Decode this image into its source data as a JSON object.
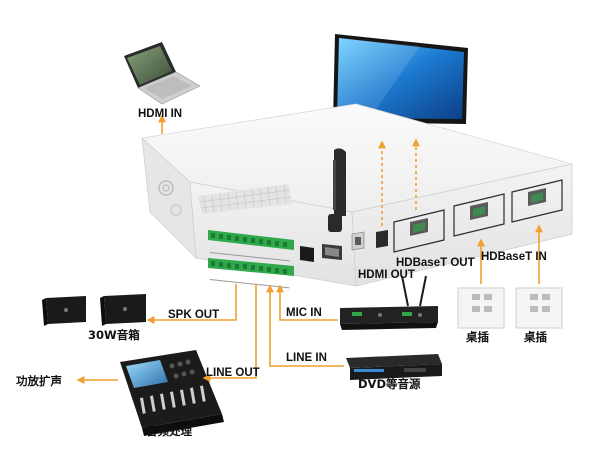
{
  "colors": {
    "arrow": "#f0a030",
    "device_body": "#f4f4f4",
    "device_edge": "#d9d9d9",
    "terminal_green": "#2ea84a",
    "screen_blue": "#1f7fd6"
  },
  "labels": {
    "hdmi_in": "HDMI IN",
    "hdmi_out": "HDMI OUT",
    "hdbaset_out": "HDBaseT OUT",
    "hdbaset_in": "HDBaseT IN",
    "spk_out": "SPK OUT",
    "speakers": "30W音箱",
    "mic_in": "MIC IN",
    "line_in": "LINE IN",
    "dvd_source": "DVD等音源",
    "line_out": "LINE OUT",
    "amp_expansion": "功放扩声",
    "audio_processing": "音频处理",
    "wall_plate_1": "桌插",
    "wall_plate_2": "桌插"
  },
  "icons": {
    "laptop": "laptop-icon",
    "tv": "tv-monitor-icon",
    "speakers": "speaker-pair-icon",
    "mixer": "audio-mixer-icon",
    "wireless_mic": "wireless-mic-receiver-icon",
    "dvd": "dvd-player-icon",
    "wall_plate": "wall-plate-icon",
    "antenna": "antenna-icon",
    "device": "hdbaset-switcher-device"
  }
}
